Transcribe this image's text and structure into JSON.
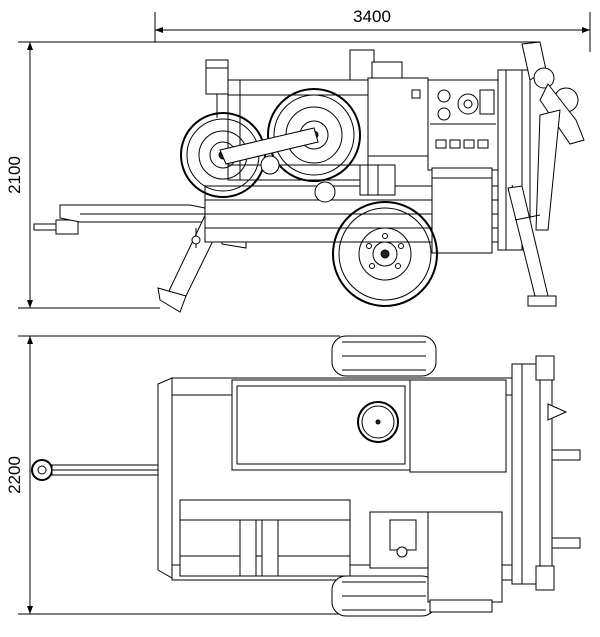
{
  "dimensions": {
    "overall_length": "3400",
    "overall_height": "2100",
    "overall_width": "2200"
  },
  "colors": {
    "line": "#000000",
    "background": "#ffffff"
  }
}
